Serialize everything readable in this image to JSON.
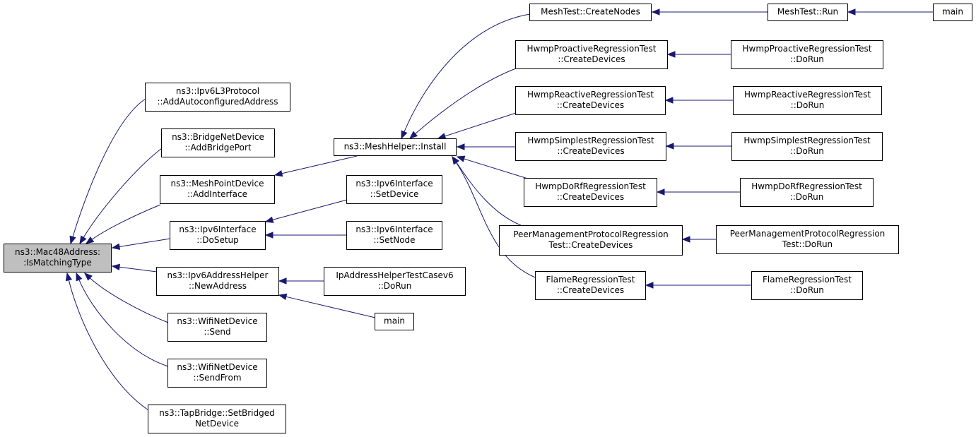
{
  "nodes": [
    {
      "id": "ismatch",
      "lines": [
        "ns3::Mac48Address:",
        ":IsMatchingType"
      ],
      "root": true
    },
    {
      "id": "ipv6l3",
      "lines": [
        "ns3::Ipv6L3Protocol",
        "::AddAutoconfiguredAddress"
      ]
    },
    {
      "id": "bridgeport",
      "lines": [
        "ns3::BridgeNetDevice",
        "::AddBridgePort"
      ]
    },
    {
      "id": "meshpoint",
      "lines": [
        "ns3::MeshPointDevice",
        "::AddInterface"
      ]
    },
    {
      "id": "ipv6dosetup",
      "lines": [
        "ns3::Ipv6Interface",
        "::DoSetup"
      ]
    },
    {
      "id": "addrhelper",
      "lines": [
        "ns3::Ipv6AddressHelper",
        "::NewAddress"
      ]
    },
    {
      "id": "wifisend",
      "lines": [
        "ns3::WifiNetDevice",
        "::Send"
      ]
    },
    {
      "id": "wifisendfrom",
      "lines": [
        "ns3::WifiNetDevice",
        "::SendFrom"
      ]
    },
    {
      "id": "tapbridge",
      "lines": [
        "ns3::TapBridge::SetBridged",
        "NetDevice"
      ]
    },
    {
      "id": "meshinstall",
      "lines": [
        "ns3::MeshHelper::Install"
      ]
    },
    {
      "id": "ipv6setdevice",
      "lines": [
        "ns3::Ipv6Interface",
        "::SetDevice"
      ]
    },
    {
      "id": "ipv6setnode",
      "lines": [
        "ns3::Ipv6Interface",
        "::SetNode"
      ]
    },
    {
      "id": "ipaddrtest",
      "lines": [
        "IpAddressHelperTestCasev6",
        "::DoRun"
      ]
    },
    {
      "id": "main1",
      "lines": [
        "main"
      ]
    },
    {
      "id": "meshcreatenodes",
      "lines": [
        "MeshTest::CreateNodes"
      ]
    },
    {
      "id": "hwmpproactive",
      "lines": [
        "HwmpProactiveRegressionTest",
        "::CreateDevices"
      ]
    },
    {
      "id": "hwmpreactive",
      "lines": [
        "HwmpReactiveRegressionTest",
        "::CreateDevices"
      ]
    },
    {
      "id": "hwmpsimplest",
      "lines": [
        "HwmpSimplestRegressionTest",
        "::CreateDevices"
      ]
    },
    {
      "id": "hwmpdorf",
      "lines": [
        "HwmpDoRfRegressionTest",
        "::CreateDevices"
      ]
    },
    {
      "id": "peermgmt",
      "lines": [
        "PeerManagementProtocolRegression",
        "Test::CreateDevices"
      ]
    },
    {
      "id": "flame",
      "lines": [
        "FlameRegressionTest",
        "::CreateDevices"
      ]
    },
    {
      "id": "meshrun",
      "lines": [
        "MeshTest::Run"
      ]
    },
    {
      "id": "main2",
      "lines": [
        "main"
      ]
    },
    {
      "id": "hwmpproactiverun",
      "lines": [
        "HwmpProactiveRegressionTest",
        "::DoRun"
      ]
    },
    {
      "id": "hwmpreactiverun",
      "lines": [
        "HwmpReactiveRegressionTest",
        "::DoRun"
      ]
    },
    {
      "id": "hwmpsimplestrun",
      "lines": [
        "HwmpSimplestRegressionTest",
        "::DoRun"
      ]
    },
    {
      "id": "hwmpdorfrun",
      "lines": [
        "HwmpDoRfRegressionTest",
        "::DoRun"
      ]
    },
    {
      "id": "peermgmtrun",
      "lines": [
        "PeerManagementProtocolRegression",
        "Test::DoRun"
      ]
    },
    {
      "id": "flamerun",
      "lines": [
        "FlameRegressionTest",
        "::DoRun"
      ]
    }
  ],
  "edges": [
    {
      "from": "ipv6l3",
      "to": "ismatch"
    },
    {
      "from": "bridgeport",
      "to": "ismatch"
    },
    {
      "from": "meshpoint",
      "to": "ismatch"
    },
    {
      "from": "ipv6dosetup",
      "to": "ismatch"
    },
    {
      "from": "addrhelper",
      "to": "ismatch"
    },
    {
      "from": "wifisend",
      "to": "ismatch"
    },
    {
      "from": "wifisendfrom",
      "to": "ismatch"
    },
    {
      "from": "tapbridge",
      "to": "ismatch"
    },
    {
      "from": "meshinstall",
      "to": "meshpoint"
    },
    {
      "from": "ipv6setdevice",
      "to": "ipv6dosetup"
    },
    {
      "from": "ipv6setnode",
      "to": "ipv6dosetup"
    },
    {
      "from": "ipaddrtest",
      "to": "addrhelper"
    },
    {
      "from": "main1",
      "to": "addrhelper"
    },
    {
      "from": "meshcreatenodes",
      "to": "meshinstall"
    },
    {
      "from": "hwmpproactive",
      "to": "meshinstall"
    },
    {
      "from": "hwmpreactive",
      "to": "meshinstall"
    },
    {
      "from": "hwmpsimplest",
      "to": "meshinstall"
    },
    {
      "from": "hwmpdorf",
      "to": "meshinstall"
    },
    {
      "from": "peermgmt",
      "to": "meshinstall"
    },
    {
      "from": "flame",
      "to": "meshinstall"
    },
    {
      "from": "meshrun",
      "to": "meshcreatenodes"
    },
    {
      "from": "main2",
      "to": "meshrun"
    },
    {
      "from": "hwmpproactiverun",
      "to": "hwmpproactive"
    },
    {
      "from": "hwmpreactiverun",
      "to": "hwmpreactive"
    },
    {
      "from": "hwmpsimplestrun",
      "to": "hwmpsimplest"
    },
    {
      "from": "hwmpdorfrun",
      "to": "hwmpdorf"
    },
    {
      "from": "peermgmtrun",
      "to": "peermgmt"
    },
    {
      "from": "flamerun",
      "to": "flame"
    }
  ]
}
